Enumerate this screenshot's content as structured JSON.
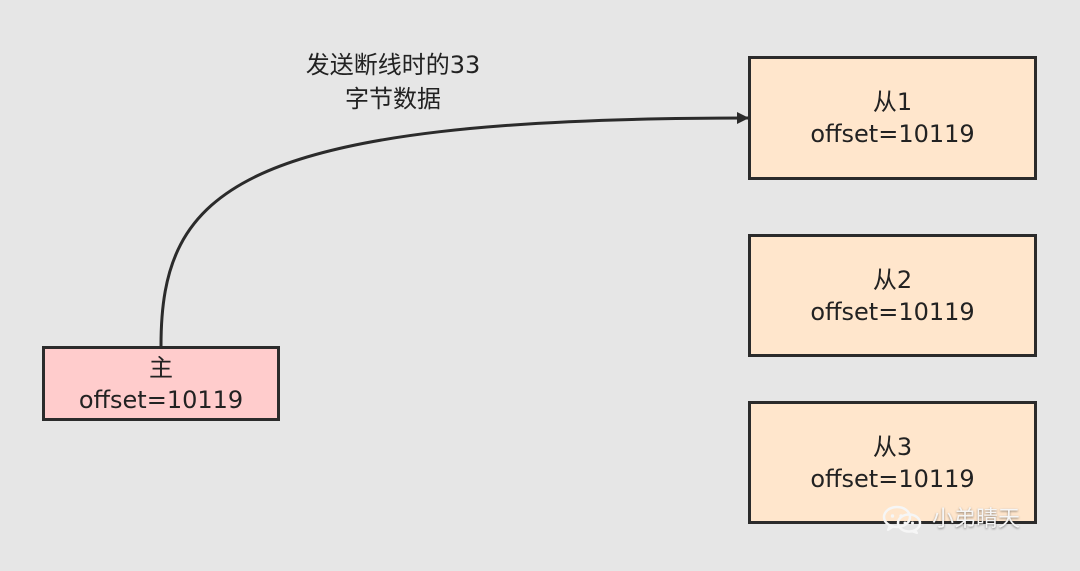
{
  "colors": {
    "background": "#e6e6e6",
    "master_fill": "#ffcccc",
    "slave_fill": "#ffe6cc",
    "stroke": "#2b2b2b",
    "text": "#222222"
  },
  "nodes": {
    "master": {
      "name": "主",
      "offset": "offset=10119"
    },
    "slaves": [
      {
        "name": "从1",
        "offset": "offset=10119"
      },
      {
        "name": "从2",
        "offset": "offset=10119"
      },
      {
        "name": "从3",
        "offset": "offset=10119"
      }
    ]
  },
  "edge": {
    "label_line1": "发送断线时的33",
    "label_line2": "字节数据"
  },
  "watermark": {
    "text": "小弟晴天",
    "icon": "wechat-icon"
  }
}
